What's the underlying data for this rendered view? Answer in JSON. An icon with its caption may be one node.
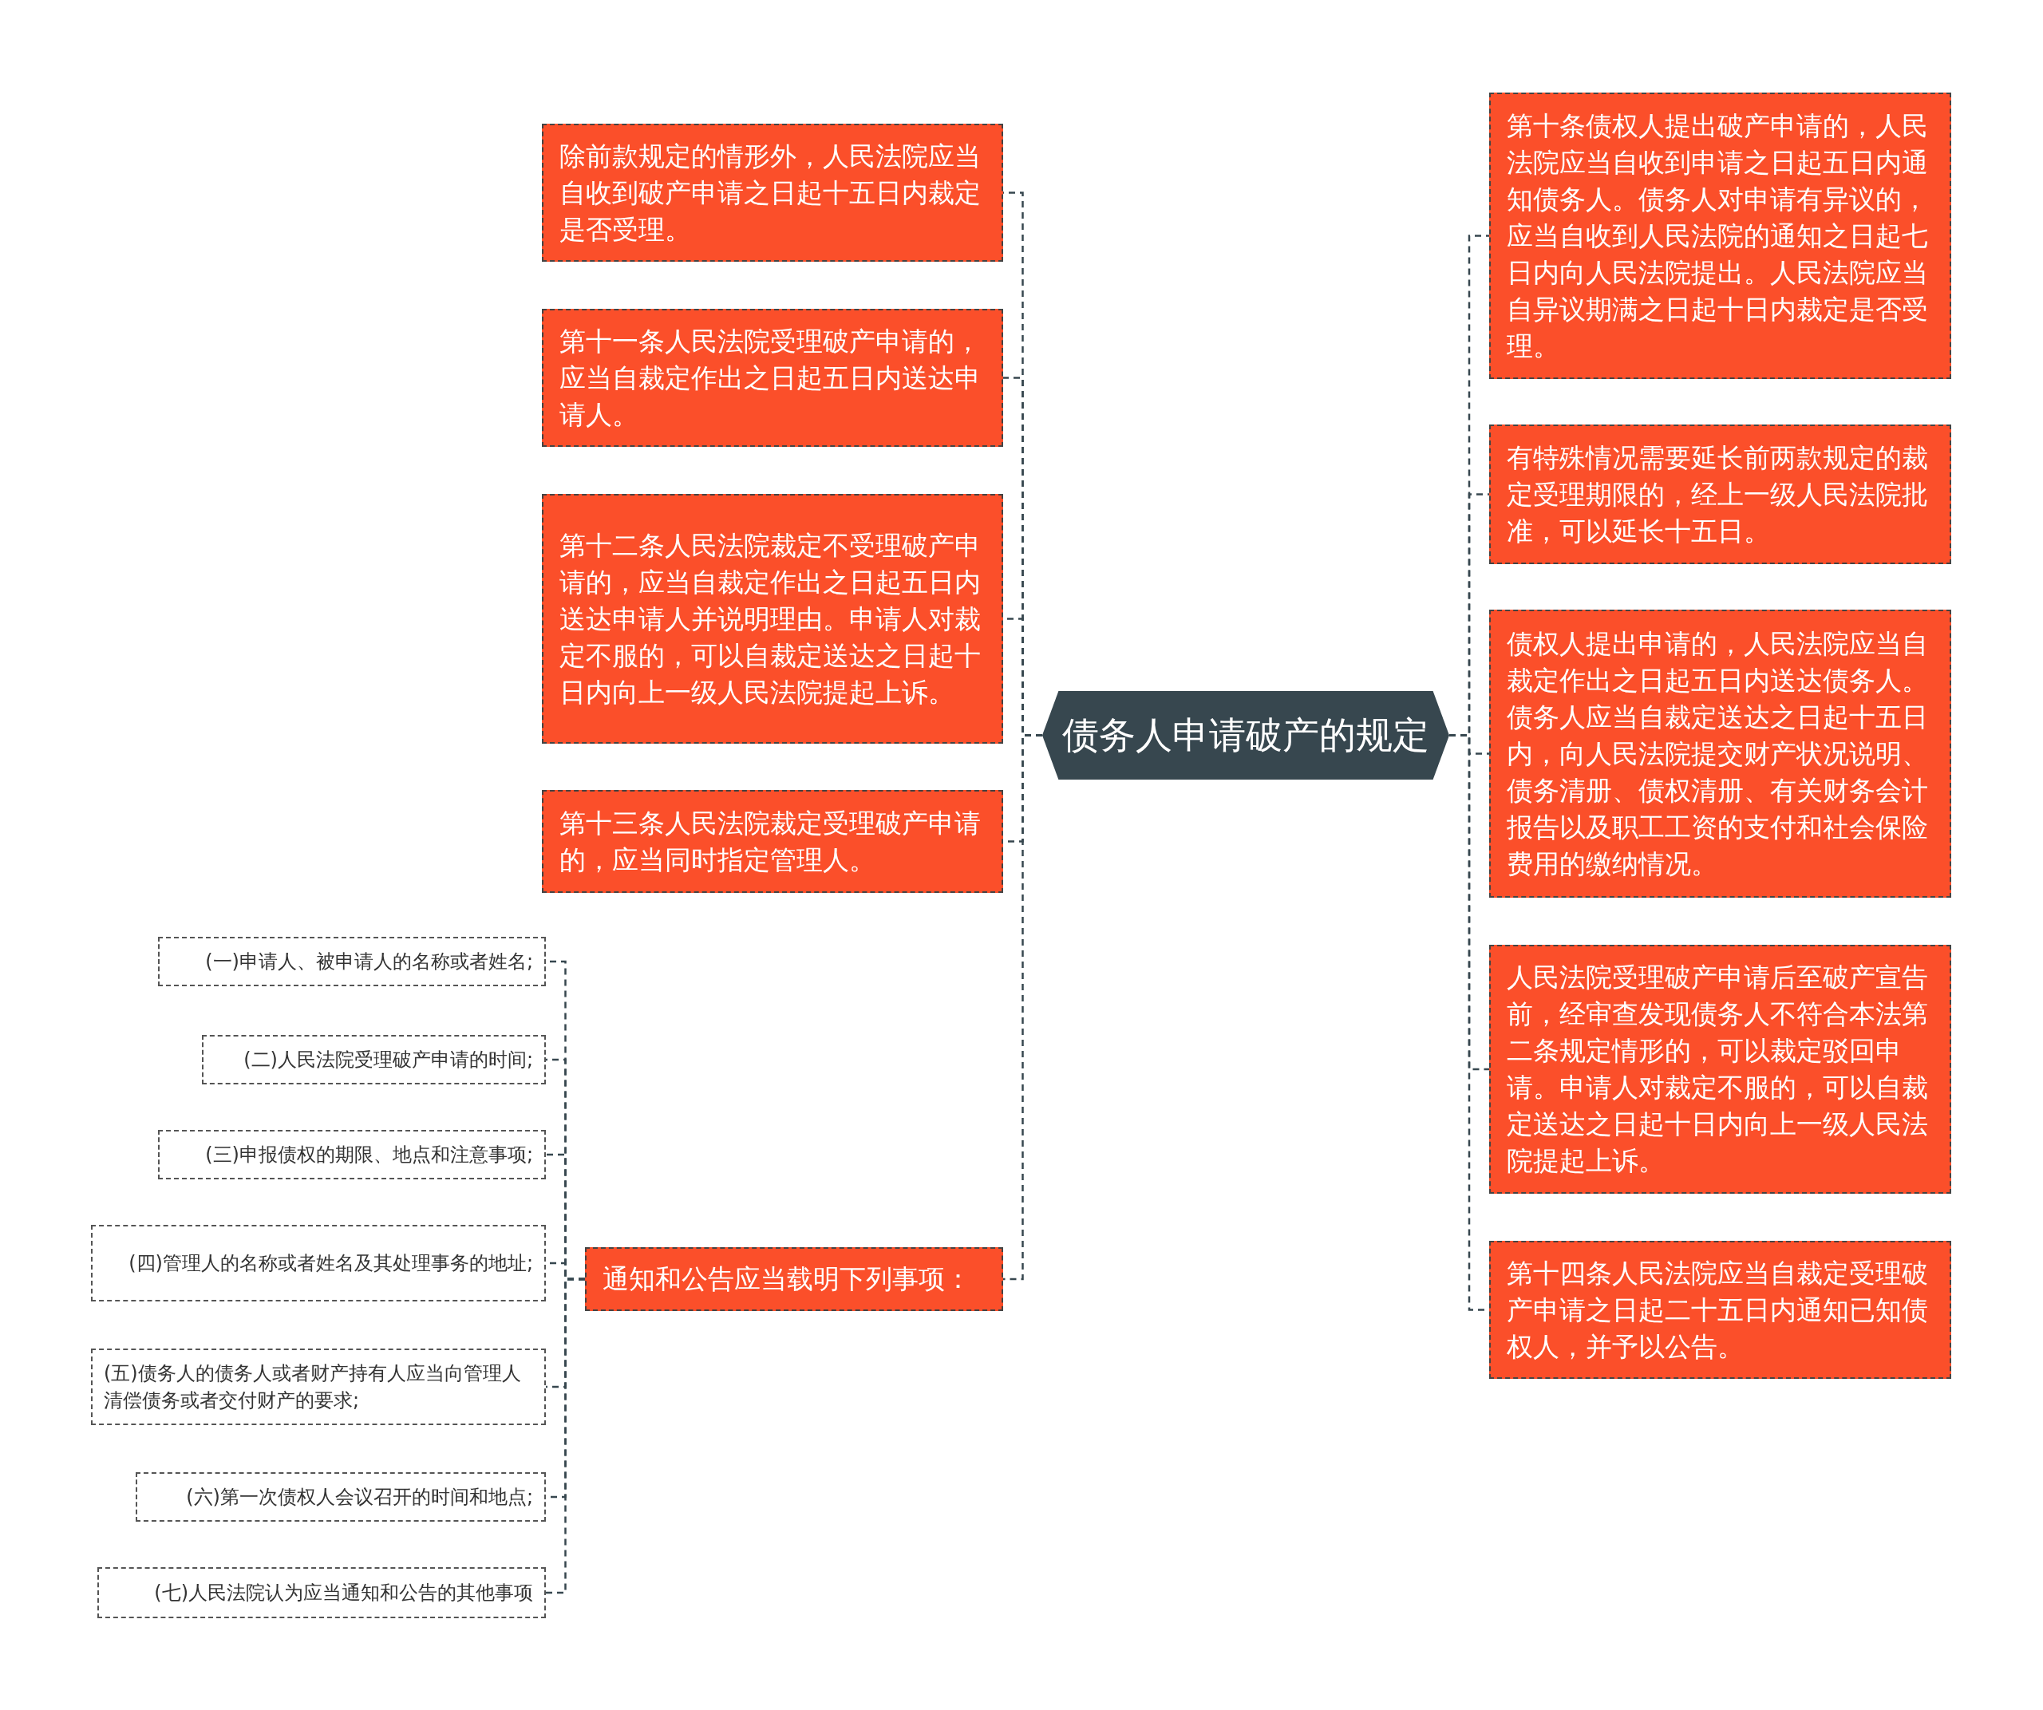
{
  "diagram": {
    "nodes": [
      {
        "text": [
          "债务人申请破产的规定"
        ]
      },
      {
        "text": [
          "除前款规定的情形外，人民法院应当自收到破产申请之日起十五日内裁定是否受理。"
        ]
      },
      {
        "text": [
          "第十一条人民法院受理破产申请的，应当自裁定作出之日起五日内送达申请人。"
        ]
      },
      {
        "text": [
          "第十二条人民法院裁定不受理破产申请的，应当自裁定作出之日起五日内送达申请人并说明理由。申请人对裁定不服的，可以自裁定送达之日起十日内向上一级人民法院提起上诉。"
        ]
      },
      {
        "text": [
          "第十三条人民法院裁定受理破产申请的，应当同时指定管理人。"
        ]
      },
      {
        "text": [
          "通知和公告应当载明下列事项："
        ]
      },
      {
        "text": [
          "(一)申请人、被申请人的名称或者姓名;"
        ]
      },
      {
        "text": [
          "(二)人民法院受理破产申请的时间;"
        ]
      },
      {
        "text": [
          "(三)申报债权的期限、地点和注意事项;"
        ]
      },
      {
        "text": [
          "(四)管理人的名称或者姓名及其处理事务的地址;"
        ]
      },
      {
        "text": [
          "(五)债务人的债务人或者财产持有人应当向管理人清偿债务或者交付财产的要求;"
        ]
      },
      {
        "text": [
          "(六)第一次债权人会议召开的时间和地点;"
        ]
      },
      {
        "text": [
          "(七)人民法院认为应当通知和公告的其他事项"
        ]
      },
      {
        "text": [
          "第十条债权人提出破产申请的，人民法院应当自收到申请之日起五日内通知债务人。债务人对申请有异议的，应当自收到人民法院的通知之日起七日内向人民法院提出。人民法院应当自异议期满之日起十日内裁定是否受理。"
        ]
      },
      {
        "text": [
          "有特殊情况需要延长前两款规定的裁定受理期限的，经上一级人民法院批准，可以延长十五日。"
        ]
      },
      {
        "text": [
          "债权人提出申请的，人民法院应当自裁定作出之日起五日内送达债务人。债务人应当自裁定送达之日起十五日内，向人民法院提交财产状况说明、债务清册、债权清册、有关财务会计报告以及职工工资的支付和社会保险费用的缴纳情况。"
        ]
      },
      {
        "text": [
          "人民法院受理破产申请后至破产宣告前，经审查发现债务人不符合本法第二条规定情形的，可以裁定驳回申请。申请人对裁定不服的，可以自裁定送达之日起十日内向上一级人民法院提起上诉。"
        ]
      },
      {
        "text": [
          "第十四条人民法院应当自裁定受理破产申请之日起二十五日内通知已知债权人，并予以公告。"
        ]
      }
    ],
    "edges": [
      {
        "from": 0,
        "to": 1,
        "arrow": "none",
        "style": "dashed"
      },
      {
        "from": 0,
        "to": 2,
        "arrow": "none",
        "style": "dashed"
      },
      {
        "from": 0,
        "to": 3,
        "arrow": "none",
        "style": "dashed"
      },
      {
        "from": 0,
        "to": 4,
        "arrow": "none",
        "style": "dashed"
      },
      {
        "from": 0,
        "to": 5,
        "arrow": "none",
        "style": "dashed"
      },
      {
        "from": 5,
        "to": 6,
        "arrow": "none",
        "style": "dashed"
      },
      {
        "from": 5,
        "to": 7,
        "arrow": "none",
        "style": "dashed"
      },
      {
        "from": 5,
        "to": 8,
        "arrow": "none",
        "style": "dashed"
      },
      {
        "from": 5,
        "to": 9,
        "arrow": "none",
        "style": "dashed"
      },
      {
        "from": 5,
        "to": 10,
        "arrow": "none",
        "style": "dashed"
      },
      {
        "from": 5,
        "to": 11,
        "arrow": "none",
        "style": "dashed"
      },
      {
        "from": 5,
        "to": 12,
        "arrow": "none",
        "style": "dashed"
      },
      {
        "from": 0,
        "to": 13,
        "arrow": "none",
        "style": "dashed"
      },
      {
        "from": 0,
        "to": 14,
        "arrow": "none",
        "style": "dashed"
      },
      {
        "from": 0,
        "to": 15,
        "arrow": "none",
        "style": "dashed"
      },
      {
        "from": 0,
        "to": 16,
        "arrow": "none",
        "style": "dashed"
      },
      {
        "from": 0,
        "to": 17,
        "arrow": "none",
        "style": "dashed"
      }
    ]
  }
}
